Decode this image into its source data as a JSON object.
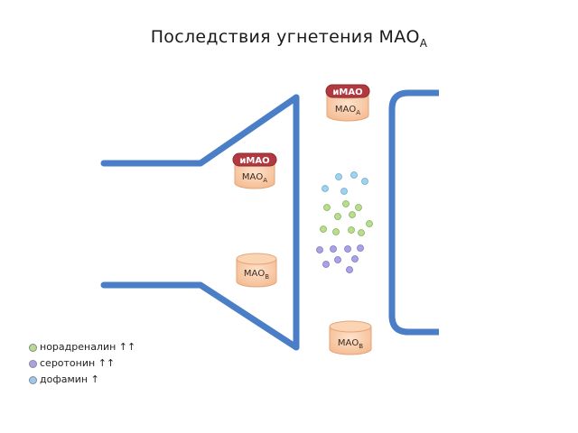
{
  "title": {
    "main": "Последствия угнетения МАО",
    "sub": "A"
  },
  "enzymes": {
    "presynaptic_a": {
      "label": "МАО",
      "sub": "A",
      "inhibitor": "иМАО"
    },
    "presynaptic_b": {
      "label": "МАО",
      "sub": "B"
    },
    "synaptic_a": {
      "label": "МАО",
      "sub": "A",
      "inhibitor": "иМАО"
    },
    "synaptic_b": {
      "label": "МАО",
      "sub": "B"
    }
  },
  "legend": [
    {
      "text": "норадреналин ↑↑",
      "color": "#b6dc8e"
    },
    {
      "text": "серотонин ↑↑",
      "color": "#a9a3e6"
    },
    {
      "text": "дофамин ↑",
      "color": "#9cc8f0"
    }
  ],
  "colors": {
    "membrane": "#4a7ec6",
    "enzyme_fill": "#f7c8a2",
    "enzyme_stroke": "#e2a57a",
    "inhibitor_fill": "#b03a40",
    "dopamine": "#9fd2ee",
    "noradrenaline": "#b8dd8f",
    "serotonin": "#a9a3e6"
  }
}
